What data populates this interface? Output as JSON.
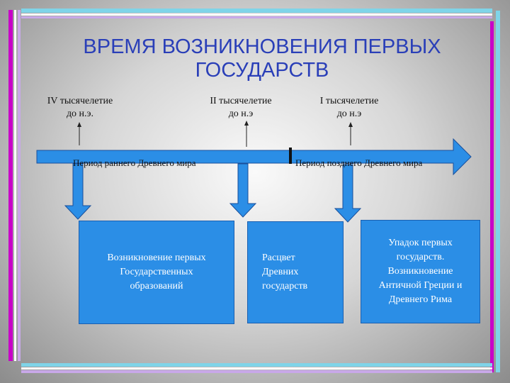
{
  "title": "ВРЕМЯ ВОЗНИКНОВЕНИЯ ПЕРВЫХ ГОСУДАРСТВ",
  "eras": [
    {
      "line1": "IV тысячелетие",
      "line2": "до н.э."
    },
    {
      "line1": "II тысячелетие",
      "line2": "до н.э"
    },
    {
      "line1": "I тысячелетие",
      "line2": "до н.э"
    }
  ],
  "periods": {
    "early": "Период раннего Древнего мира",
    "late": "Период позднего Древнего мира"
  },
  "boxes": [
    {
      "lines": [
        "Возникновение первых",
        "Государственных",
        "образований"
      ]
    },
    {
      "lines": [
        "Расцвет",
        "Древних",
        "государств"
      ]
    },
    {
      "lines": [
        "Упадок  первых",
        "государств.",
        "Возникновение",
        "Античной Греции и",
        "Древнего Рима"
      ]
    }
  ],
  "colors": {
    "title": "#2a3fb8",
    "timeline": "#2b8ee6",
    "box": "#2b8ee6",
    "frame_cyan": "#7fd4e8",
    "frame_magenta": "#c800c8"
  }
}
